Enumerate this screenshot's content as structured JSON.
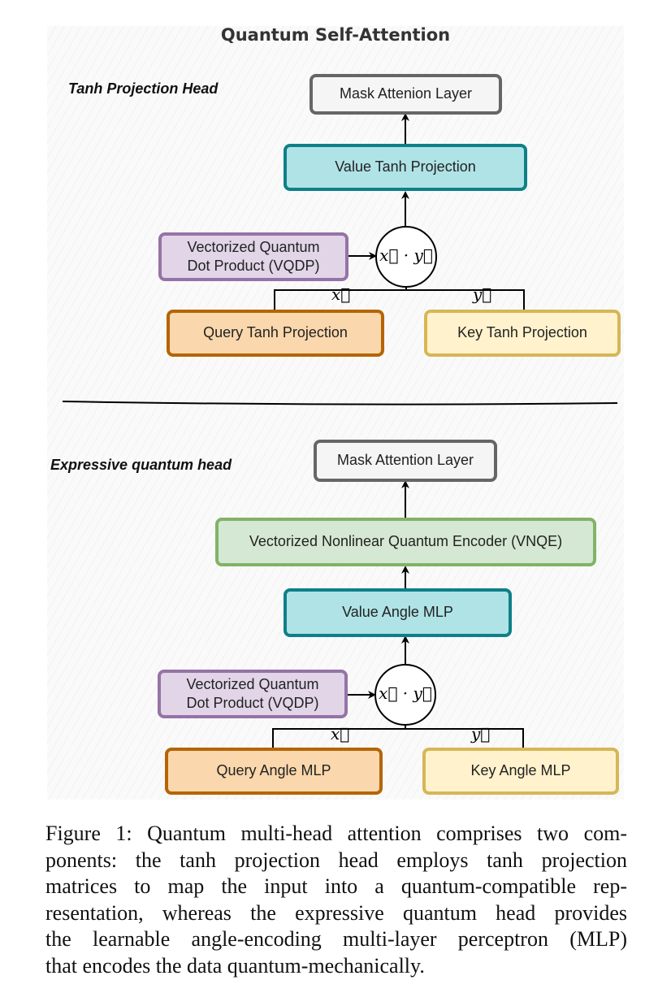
{
  "figure": {
    "title": "Quantum Self-Attention",
    "top_section": {
      "label": "Tanh Projection Head",
      "mask_layer": "Mask Attenion Layer",
      "value_box": "Value Tanh Projection",
      "vqdp_line1": "Vectorized Quantum",
      "vqdp_line2": "Dot Product (VQDP)",
      "dot_product": "x⃗ · y⃗",
      "x_label": "x⃗",
      "y_label": "y⃗",
      "query_box": "Query Tanh Projection",
      "key_box": "Key Tanh Projection"
    },
    "bottom_section": {
      "label": "Expressive quantum head",
      "mask_layer": "Mask Attention Layer",
      "encoder_box": "Vectorized Nonlinear Quantum Encoder (VNQE)",
      "value_box": "Value Angle MLP",
      "vqdp_line1": "Vectorized Quantum",
      "vqdp_line2": "Dot Product (VQDP)",
      "dot_product": "x⃗ · y⃗",
      "x_label": "x⃗",
      "y_label": "y⃗",
      "query_box": "Query Angle MLP",
      "key_box": "Key Angle MLP"
    }
  },
  "caption": {
    "lines": [
      "Figure 1: Quantum multi-head attention comprises two com-",
      "ponents: the tanh projection head employs tanh projection",
      "matrices to map the input into a quantum-compatible rep-",
      "resentation, whereas the expressive quantum head provides",
      "the learnable angle-encoding multi-layer perceptron (MLP)",
      "that encodes the data quantum-mechanically."
    ]
  }
}
